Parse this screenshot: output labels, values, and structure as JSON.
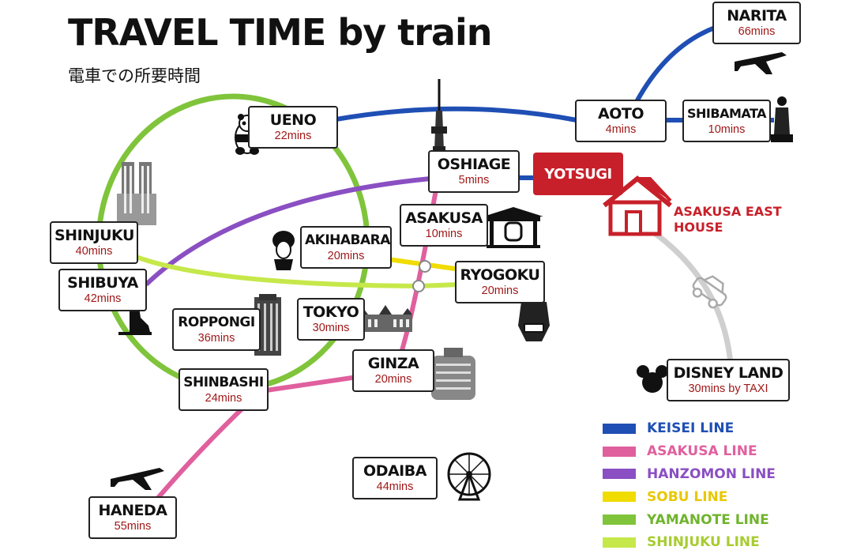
{
  "title": "TRAVEL TIME by train",
  "subtitle": "電車での所要時間",
  "stations": {
    "narita": {
      "name": "NARITA",
      "time": "66mins"
    },
    "aoto": {
      "name": "AOTO",
      "time": "4mins"
    },
    "shibamata": {
      "name": "SHIBAMATA",
      "time": "10mins"
    },
    "ueno": {
      "name": "UENO",
      "time": "22mins"
    },
    "oshiage": {
      "name": "OSHIAGE",
      "time": "5mins"
    },
    "asakusa": {
      "name": "ASAKUSA",
      "time": "10mins"
    },
    "shinjuku": {
      "name": "SHINJUKU",
      "time": "40mins"
    },
    "akihabara": {
      "name": "AKIHABARA",
      "time": "20mins"
    },
    "shibuya": {
      "name": "SHIBUYA",
      "time": "42mins"
    },
    "ryogoku": {
      "name": "RYOGOKU",
      "time": "20mins"
    },
    "roppongi": {
      "name": "ROPPONGI",
      "time": "36mins"
    },
    "tokyo": {
      "name": "TOKYO",
      "time": "30mins"
    },
    "ginza": {
      "name": "GINZA",
      "time": "20mins"
    },
    "shinbashi": {
      "name": "SHINBASHI",
      "time": "24mins"
    },
    "disney": {
      "name": "DISNEY LAND",
      "time": "30mins by TAXI"
    },
    "odaiba": {
      "name": "ODAIBA",
      "time": "44mins"
    },
    "haneda": {
      "name": "HANEDA",
      "time": "55mins"
    }
  },
  "home": {
    "station": "YOTSUGI",
    "house_line1": "ASAKUSA EAST",
    "house_line2": "HOUSE"
  },
  "legend": [
    {
      "label": "KEISEI LINE",
      "color": "#1f4fb4"
    },
    {
      "label": "ASAKUSA LINE",
      "color": "#e0609e"
    },
    {
      "label": "HANZOMON LINE",
      "color": "#8a4fc2"
    },
    {
      "label": "SOBU LINE",
      "color": "#f0dc00"
    },
    {
      "label": "YAMANOTE LINE",
      "color": "#7fc43a"
    },
    {
      "label": "SHINJUKU LINE",
      "color": "#c6e84a"
    }
  ],
  "colors": {
    "keisei": "#1f4fb4",
    "asakusa": "#e0609e",
    "hanzomon": "#8a4fc2",
    "sobu": "#f0dc00",
    "yamanote": "#7fc43a",
    "shinjuku": "#c6e84a",
    "taxi": "#cfcfcf",
    "accent": "#c8202a"
  },
  "icons": [
    "airplane-icon",
    "panda-icon",
    "skytree-icon",
    "government-building-icon",
    "geisha-icon",
    "kaminarimon-gate-icon",
    "hachiko-dog-icon",
    "roppongi-hills-tower-icon",
    "tokyo-station-icon",
    "sumo-wrestler-icon",
    "ginza-building-icon",
    "ferris-wheel-icon",
    "mickey-icon",
    "taxi-icon",
    "statue-icon",
    "house-icon"
  ]
}
